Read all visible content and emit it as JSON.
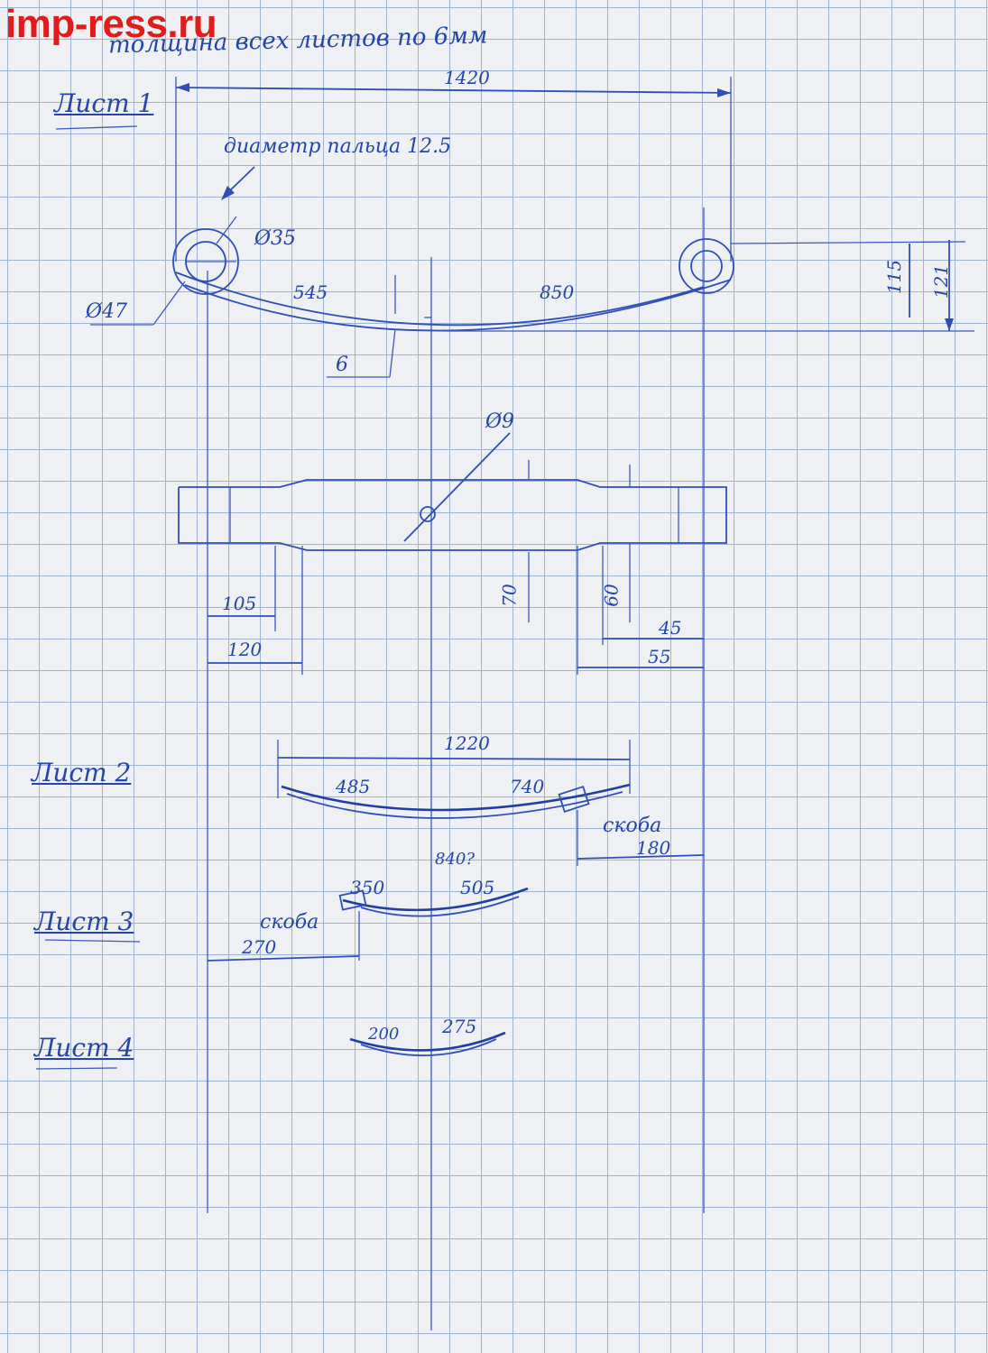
{
  "watermark": "imp-ress.ru",
  "title": "толщина всех листов по 6мм",
  "leaves": {
    "leaf1": "Лист 1",
    "leaf2": "Лист 2",
    "leaf3": "Лист 3",
    "leaf4": "Лист 4"
  },
  "dims": {
    "total_length": "1420",
    "pin_diameter": "диаметр пальца 12.5",
    "eye_inner": "Ø35",
    "eye_outer": "Ø47",
    "left_arc": "545",
    "right_arc": "850",
    "thickness": "6",
    "height_115": "115",
    "height_121": "121",
    "hole": "Ø9",
    "width_70": "70",
    "width_60": "60",
    "d105": "105",
    "d120": "120",
    "d45": "45",
    "d55": "55",
    "leaf2_length": "1220",
    "leaf2_left": "485",
    "leaf2_right": "740",
    "clamp": "скоба",
    "leaf2_clamp": "180",
    "leaf3_total": "840?",
    "leaf3_left": "350",
    "leaf3_right": "505",
    "leaf3_clamp": "270",
    "leaf4_left": "200",
    "leaf4_right": "275"
  }
}
